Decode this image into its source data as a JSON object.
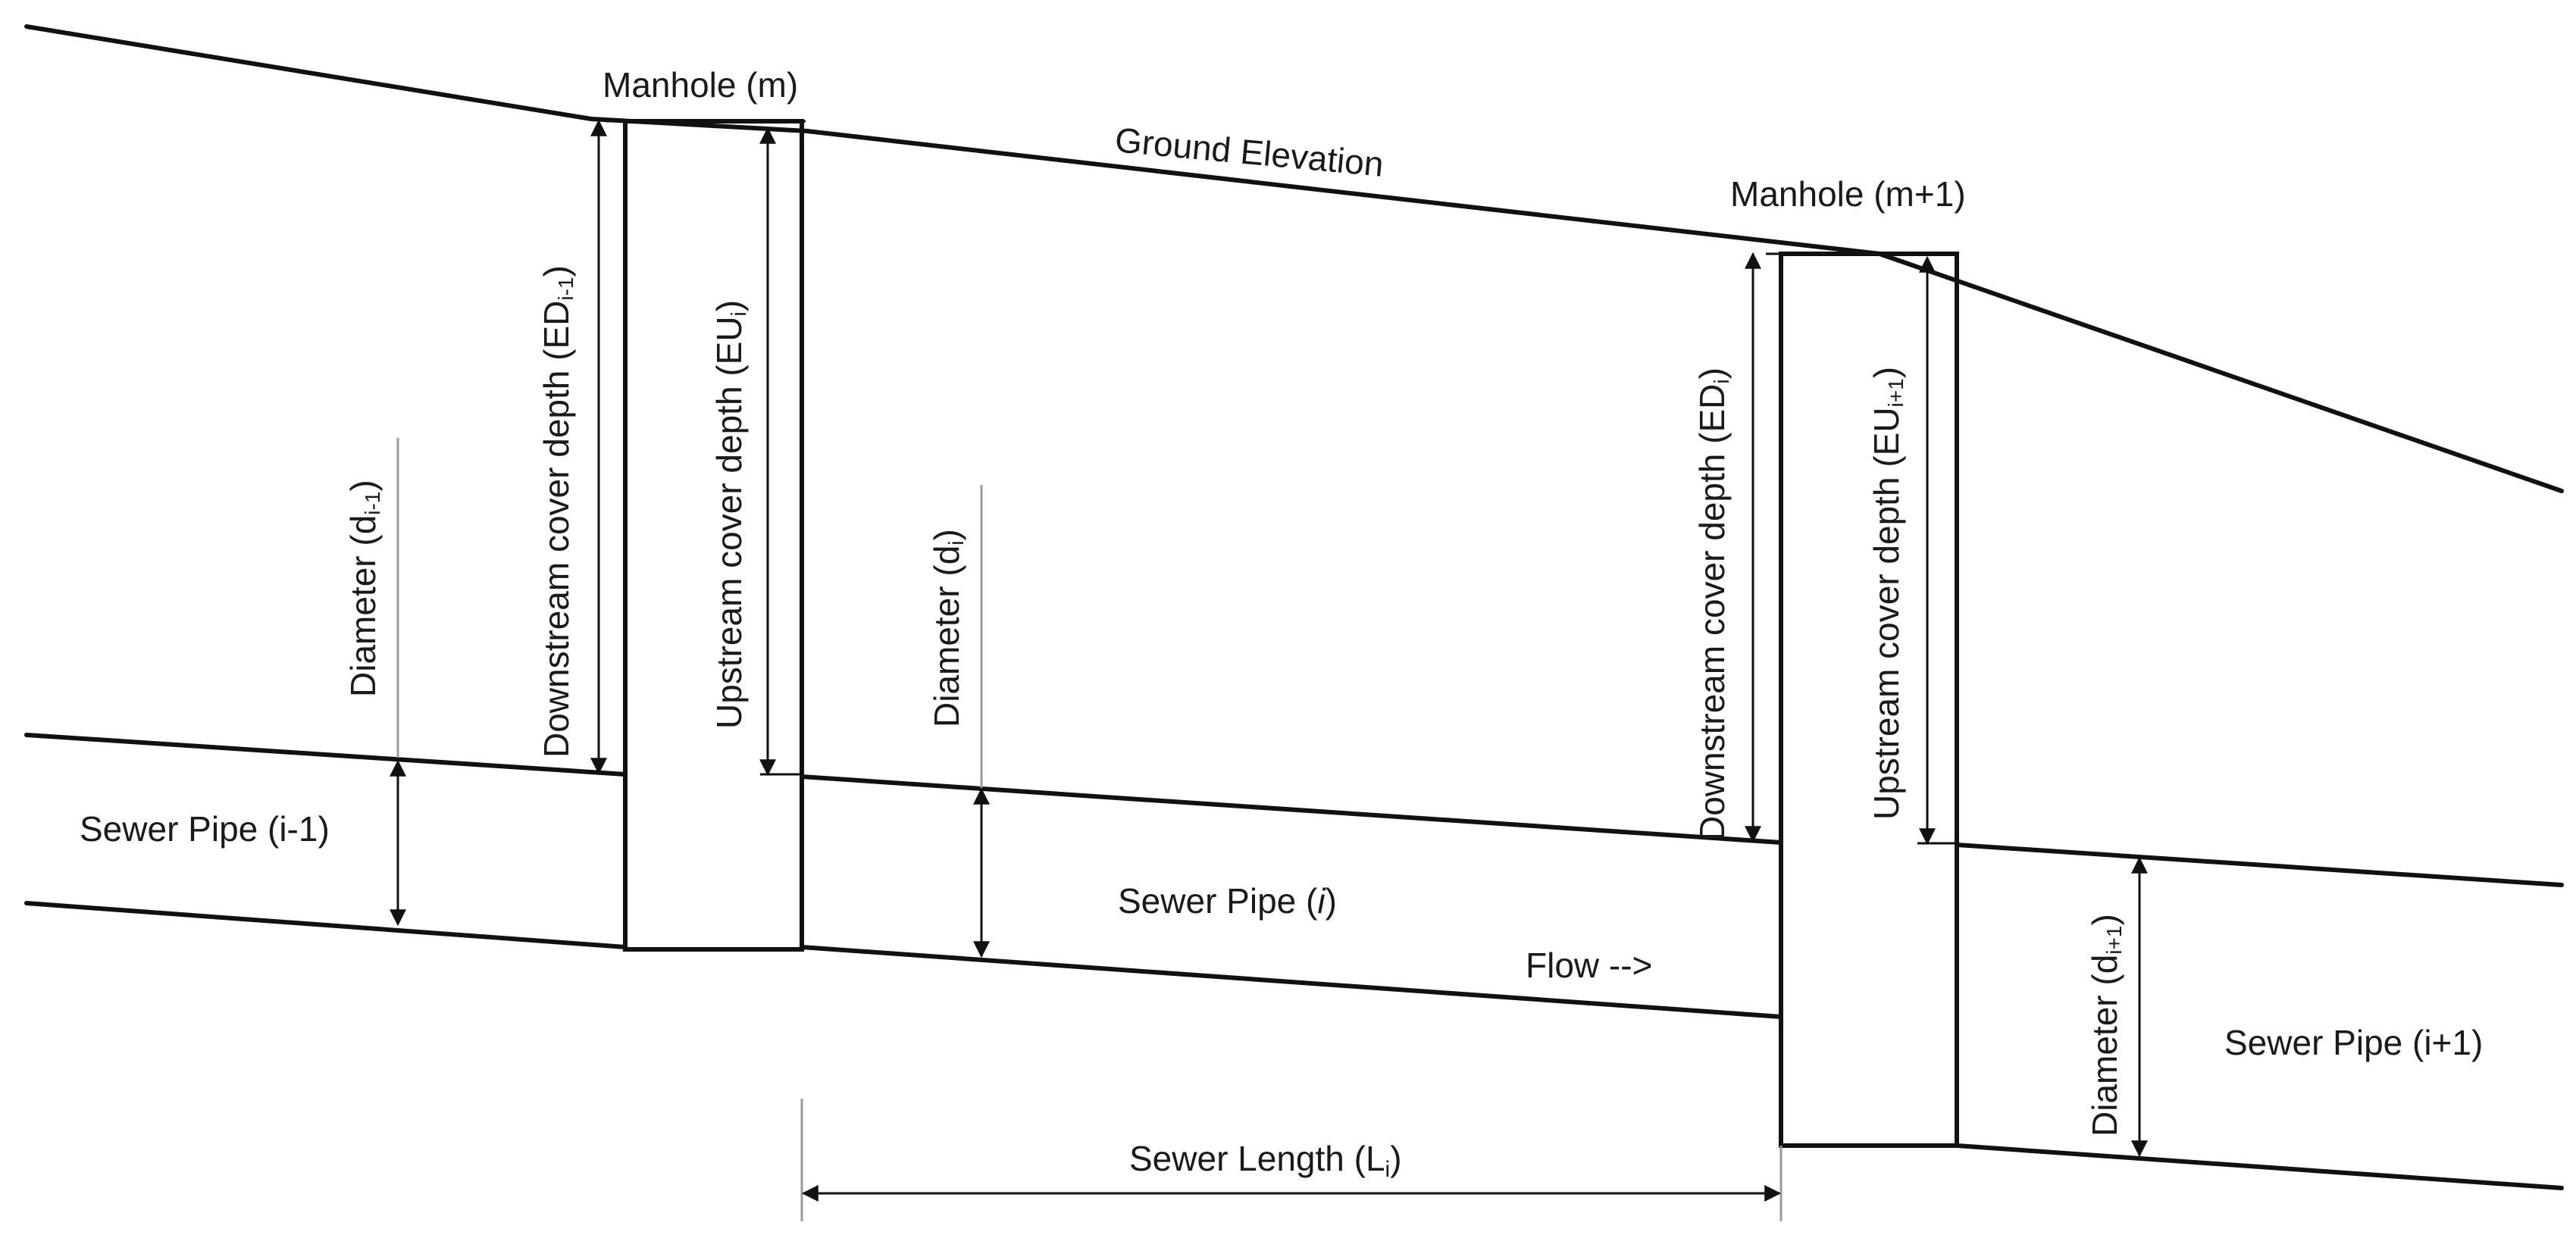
{
  "labels": {
    "manhole_m": "Manhole (m)",
    "manhole_m1": "Manhole (m+1)",
    "ground": "Ground Elevation",
    "downstream_prev": "Downstream cover depth (ED",
    "downstream_prev_sub": "i-1",
    "upstream_i": "Upstream cover depth (EU",
    "upstream_i_sub": "i",
    "downstream_i": "Downstream cover depth (ED",
    "downstream_i_sub": "i",
    "upstream_next": "Upstream cover depth (EU",
    "upstream_next_sub": "i+1",
    "diameter_prev": "Diameter (d",
    "diameter_prev_sub": "i-1",
    "diameter_i": "Diameter (d",
    "diameter_i_sub": "i",
    "diameter_next": "Diameter (d",
    "diameter_next_sub": "i+1",
    "close_paren": ")",
    "pipe_prev": "Sewer Pipe (i-1)",
    "pipe_i_prefix": "Sewer Pipe (",
    "pipe_i_var": "i",
    "pipe_i_suffix": ")",
    "pipe_next": "Sewer Pipe (i+1)",
    "flow": "Flow -->",
    "length": "Sewer Length (L",
    "length_sub": "i"
  }
}
